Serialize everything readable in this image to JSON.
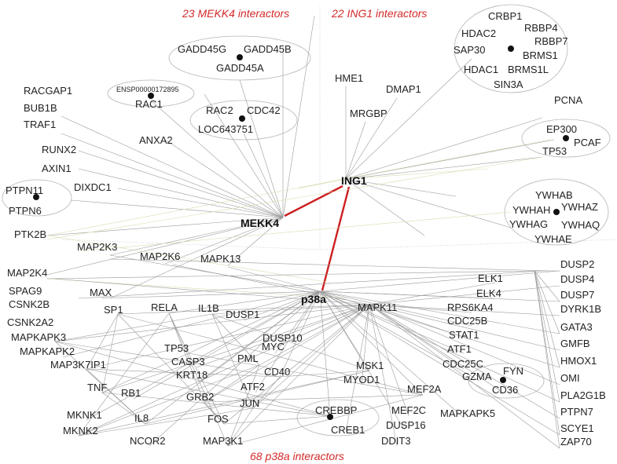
{
  "headers": {
    "mekk4": "23 MEKK4 interactors",
    "ing1": "22 ING1 interactors",
    "p38a": "68 p38a interactors"
  },
  "hubs": {
    "mekk4": "MEKK4",
    "ing1": "ING1",
    "p38a": "p38a"
  },
  "nodes": {
    "GADD45G": "GADD45G",
    "GADD45B": "GADD45B",
    "GADD45A": "GADD45A",
    "ENSP": "ENSP00000172895",
    "RAC1": "RAC1",
    "RAC2": "RAC2",
    "CDC42": "CDC42",
    "LOC643751": "LOC643751",
    "RACGAP1": "RACGAP1",
    "BUB1B": "BUB1B",
    "TRAF1": "TRAF1",
    "ANXA2": "ANXA2",
    "RUNX2": "RUNX2",
    "AXIN1": "AXIN1",
    "DIXDC1": "DIXDC1",
    "PTPN11": "PTPN11",
    "PTPN6": "PTPN6",
    "PTK2B": "PTK2B",
    "HME1": "HME1",
    "DMAP1": "DMAP1",
    "MRGBP": "MRGBP",
    "CRBP1": "CRBP1",
    "HDAC2": "HDAC2",
    "RBBP4": "RBBP4",
    "RBBP7": "RBBP7",
    "SAP30": "SAP30",
    "BRMS1": "BRMS1",
    "HDAC1": "HDAC1",
    "BRMS1L": "BRMS1L",
    "SIN3A": "SIN3A",
    "PCNA": "PCNA",
    "EP300": "EP300",
    "PCAF": "PCAF",
    "TP53_I": "TP53",
    "YWHAB": "YWHAB",
    "YWHAH": "YWHAH",
    "YWHAZ": "YWHAZ",
    "YWHAG": "YWHAG",
    "YWHAQ": "YWHAQ",
    "YWHAE": "YWHAE",
    "MAP2K3": "MAP2K3",
    "MAP2K6": "MAP2K6",
    "MAPK13": "MAPK13",
    "MAP2K4": "MAP2K4",
    "MAX": "MAX",
    "SPAG9": "SPAG9",
    "CSNK2B": "CSNK2B",
    "CSNK2A2": "CSNK2A2",
    "SP1": "SP1",
    "RELA": "RELA",
    "IL1B": "IL1B",
    "DUSP1": "DUSP1",
    "MAPK11": "MAPK11",
    "MAPKAPK3": "MAPKAPK3",
    "MAPKAPK2": "MAPKAPK2",
    "MAP3K7IP1": "MAP3K7IP1",
    "TP53": "TP53",
    "CASP3": "CASP3",
    "KRT18": "KRT18",
    "DUSP10": "DUSP10",
    "MYC": "MYC",
    "PML": "PML",
    "CD40": "CD40",
    "TNF": "TNF",
    "RB1": "RB1",
    "GRB2": "GRB2",
    "ATF2": "ATF2",
    "JUN": "JUN",
    "MKNK1": "MKNK1",
    "MKNK2": "MKNK2",
    "IL8": "IL8",
    "FOS": "FOS",
    "NCOR2": "NCOR2",
    "MAP3K1": "MAP3K1",
    "MSK1": "MSK1",
    "MYOD1": "MYOD1",
    "CREBBP": "CREBBP",
    "CREB1": "CREB1",
    "MEF2A": "MEF2A",
    "MEF2C": "MEF2C",
    "DUSP16": "DUSP16",
    "DDIT3": "DDIT3",
    "MAPKAPK5": "MAPKAPK5",
    "ELK1": "ELK1",
    "ELK4": "ELK4",
    "RPS6KA4": "RPS6KA4",
    "CDC25B": "CDC25B",
    "STAT1": "STAT1",
    "ATF1": "ATF1",
    "CDC25C": "CDC25C",
    "GZMA": "GZMA",
    "FYN": "FYN",
    "CD36": "CD36",
    "DUSP2": "DUSP2",
    "DUSP4": "DUSP4",
    "DUSP7": "DUSP7",
    "DYRK1B": "DYRK1B",
    "GATA3": "GATA3",
    "GMFB": "GMFB",
    "HMOX1": "HMOX1",
    "OMI": "OMI",
    "PLA2G1B": "PLA2G1B",
    "PTPN7": "PTPN7",
    "SCYE1": "SCYE1",
    "ZAP70": "ZAP70"
  }
}
